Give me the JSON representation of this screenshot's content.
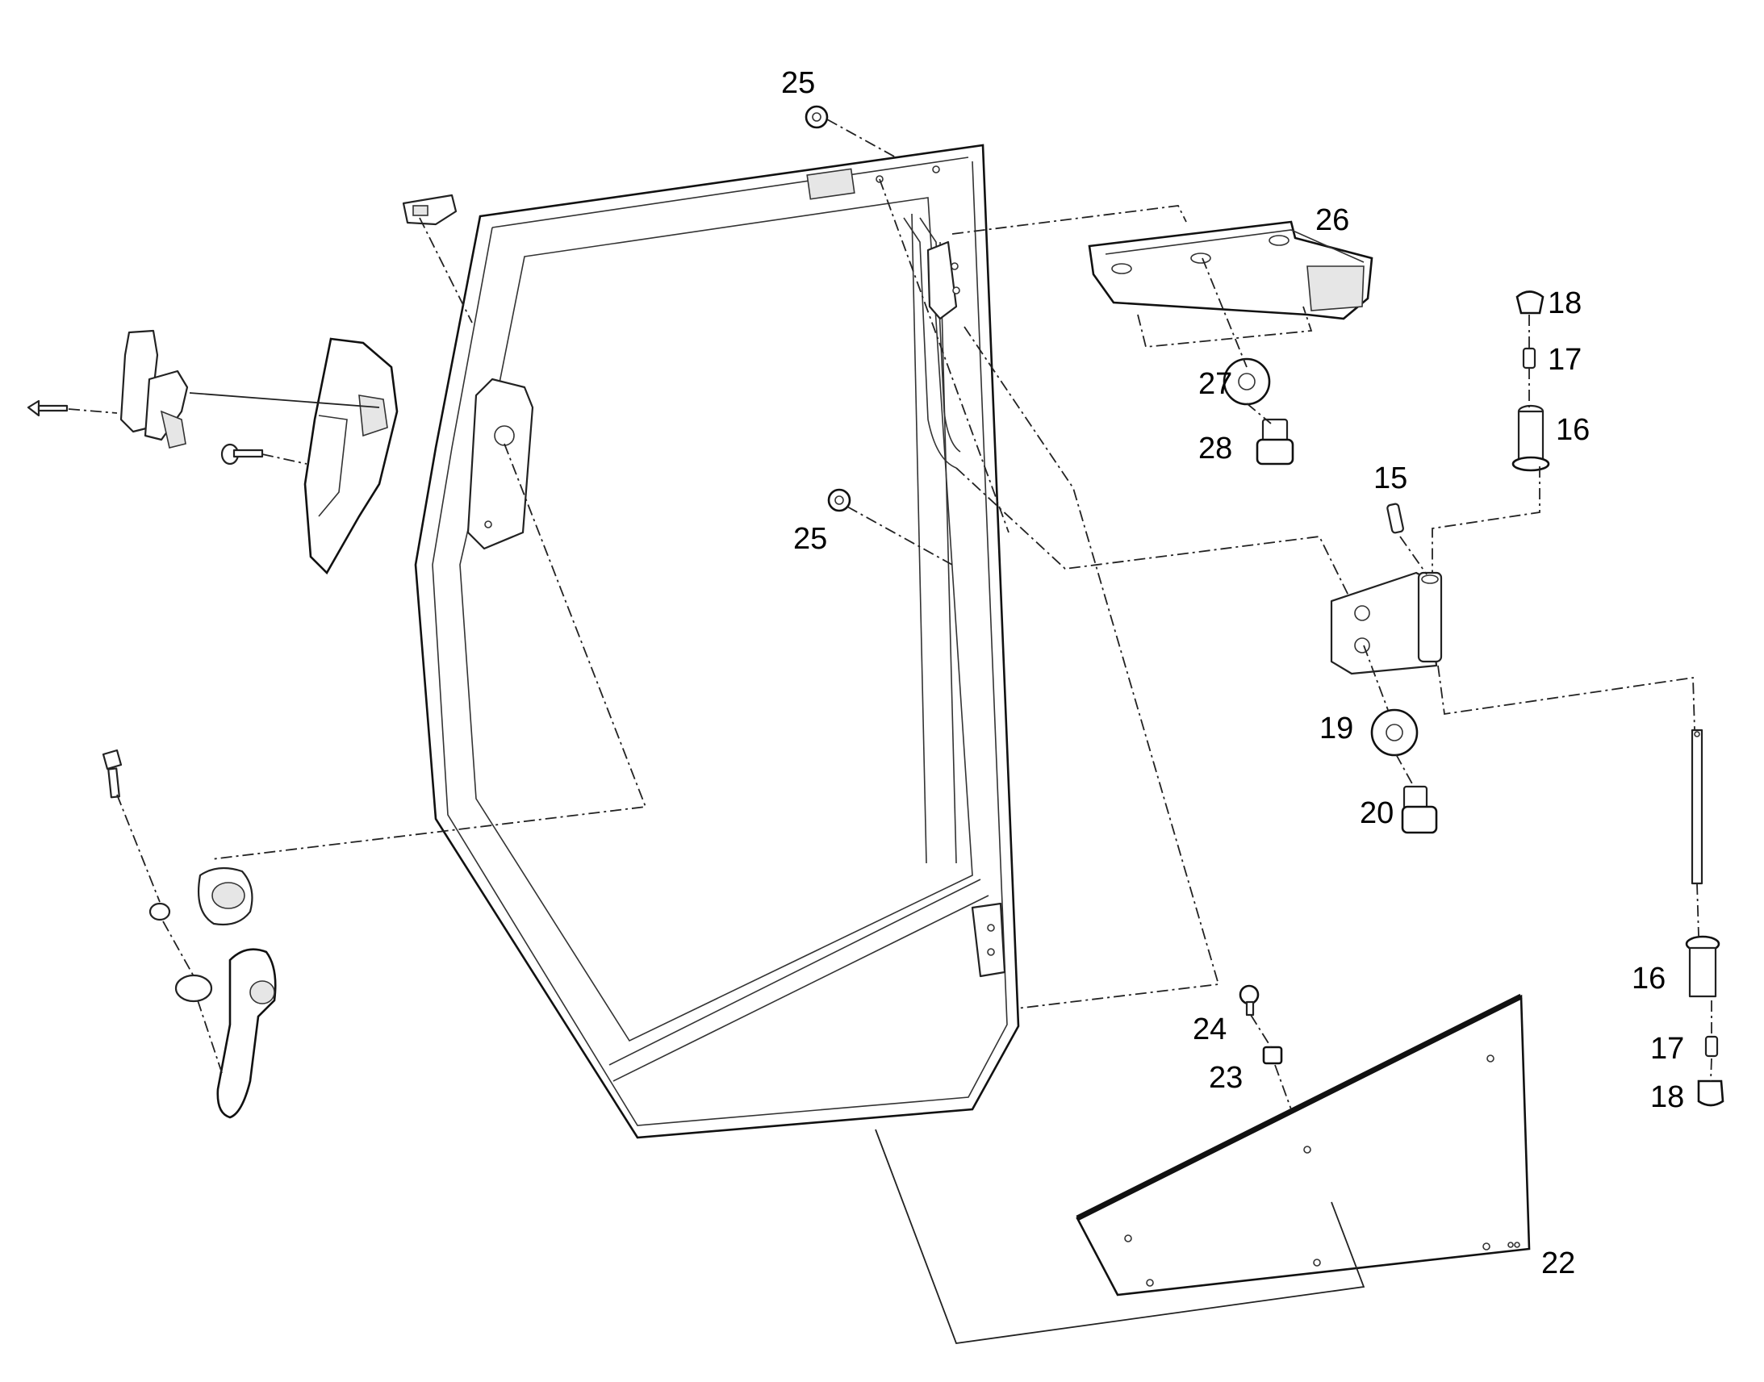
{
  "diagram": {
    "callouts": [
      {
        "id": "c25a",
        "label": "25"
      },
      {
        "id": "c25b",
        "label": "25"
      },
      {
        "id": "c26",
        "label": "26"
      },
      {
        "id": "c27",
        "label": "27"
      },
      {
        "id": "c28",
        "label": "28"
      },
      {
        "id": "c18a",
        "label": "18"
      },
      {
        "id": "c17a",
        "label": "17"
      },
      {
        "id": "c16a",
        "label": "16"
      },
      {
        "id": "c15",
        "label": "15"
      },
      {
        "id": "c19",
        "label": "19"
      },
      {
        "id": "c20",
        "label": "20"
      },
      {
        "id": "c16b",
        "label": "16"
      },
      {
        "id": "c17b",
        "label": "17"
      },
      {
        "id": "c18b",
        "label": "18"
      },
      {
        "id": "c24",
        "label": "24"
      },
      {
        "id": "c23",
        "label": "23"
      },
      {
        "id": "c22",
        "label": "22"
      }
    ]
  }
}
